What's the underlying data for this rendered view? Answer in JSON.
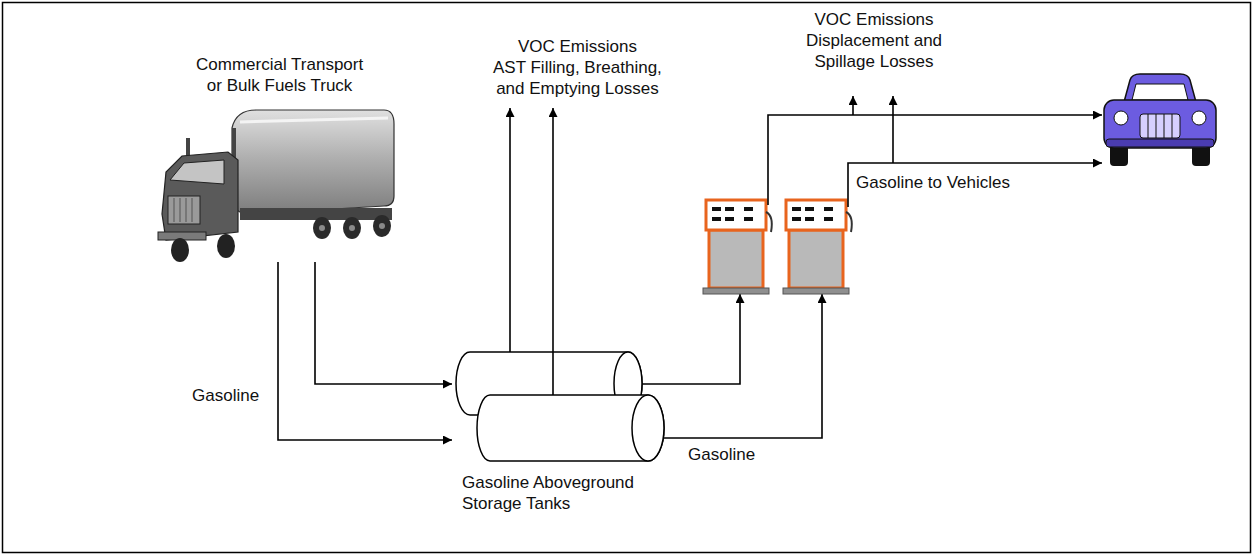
{
  "diagram": {
    "nodes": [
      {
        "text": [
          "Commercial Transport or Bulk Fuels Truck"
        ]
      },
      {
        "text": [
          "Gasoline Aboveground Storage Tanks"
        ]
      }
    ],
    "edges": [
      {
        "from": 0,
        "to": 1,
        "arrow": "to"
      },
      {
        "from": 0,
        "to": 1,
        "label": "Gasoline",
        "arrow": "to"
      }
    ],
    "labels": [
      "VOC Emissions AST Filling, Breathing, and Emptying Losses",
      "VOC Emissions Displacement and Spillage Losses",
      "Gasoline",
      "Gasoline to Vehicles"
    ]
  }
}
